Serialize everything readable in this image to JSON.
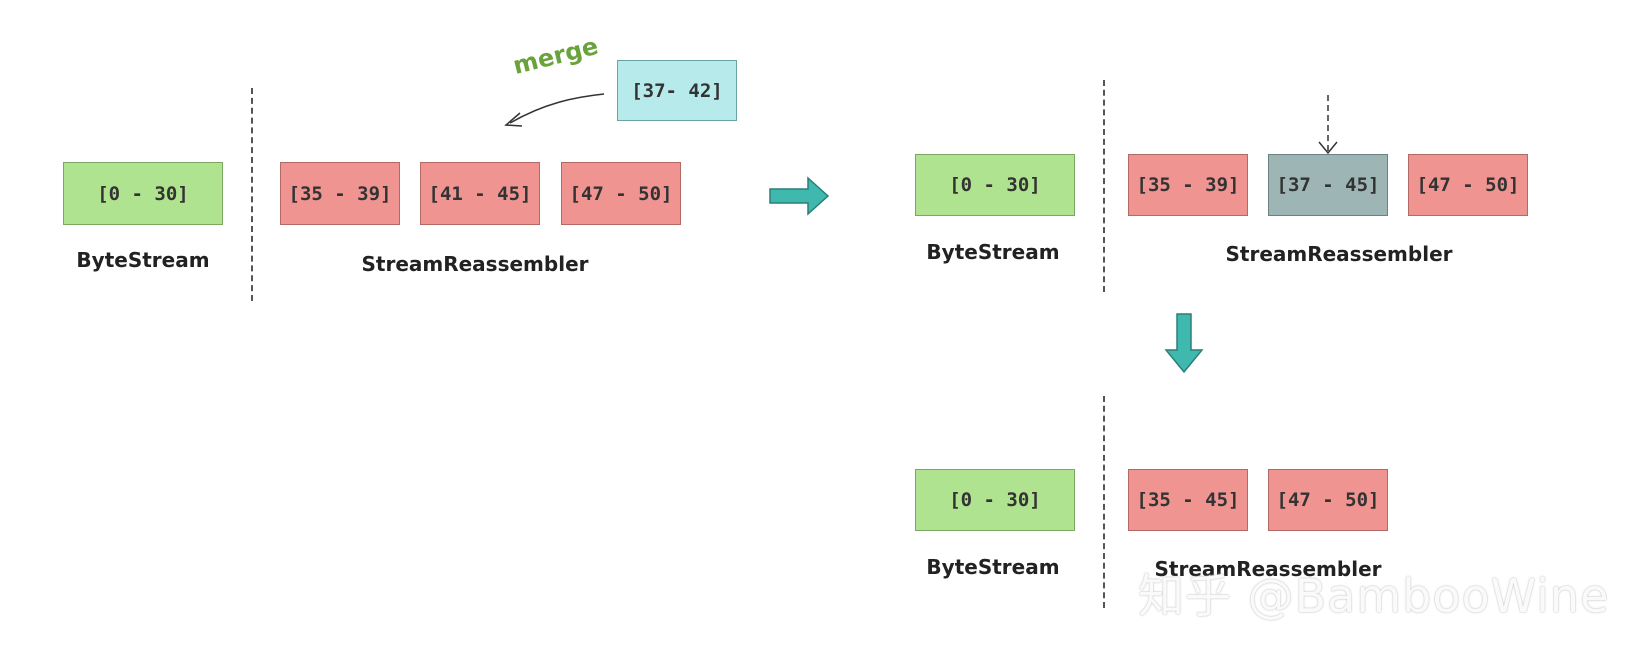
{
  "panel_left": {
    "bytestream_box": "[0 - 30]",
    "bytestream_label": "ByteStream",
    "reassembler_boxes": [
      "[35 - 39]",
      "[41 - 45]",
      "[47 - 50]"
    ],
    "reassembler_label": "StreamReassembler",
    "incoming_box": "[37- 42]",
    "merge_label": "merge"
  },
  "panel_top_right": {
    "bytestream_box": "[0 - 30]",
    "bytestream_label": "ByteStream",
    "reassembler_boxes": [
      "[35 - 39]",
      "[37 - 45]",
      "[47 - 50]"
    ],
    "reassembler_label": "StreamReassembler"
  },
  "panel_bottom_right": {
    "bytestream_box": "[0 - 30]",
    "bytestream_label": "ByteStream",
    "reassembler_boxes": [
      "[35 - 45]",
      "[47 - 50]"
    ],
    "reassembler_label": "StreamReassembler"
  },
  "watermark": "知乎 @BambooWine",
  "colors": {
    "bytestream": "#b0e38f",
    "segment": "#ef9491",
    "incoming": "#b6eaeb",
    "merged": "#9db5b5",
    "arrow": "#3fb8ad",
    "merge_text": "#6aa33b"
  },
  "icons": {
    "step_arrow_right": "right-arrow-icon",
    "step_arrow_down": "down-arrow-icon",
    "merge_arrow": "curved-arrow-icon",
    "insert_arrow": "dashed-down-arrow-icon"
  }
}
